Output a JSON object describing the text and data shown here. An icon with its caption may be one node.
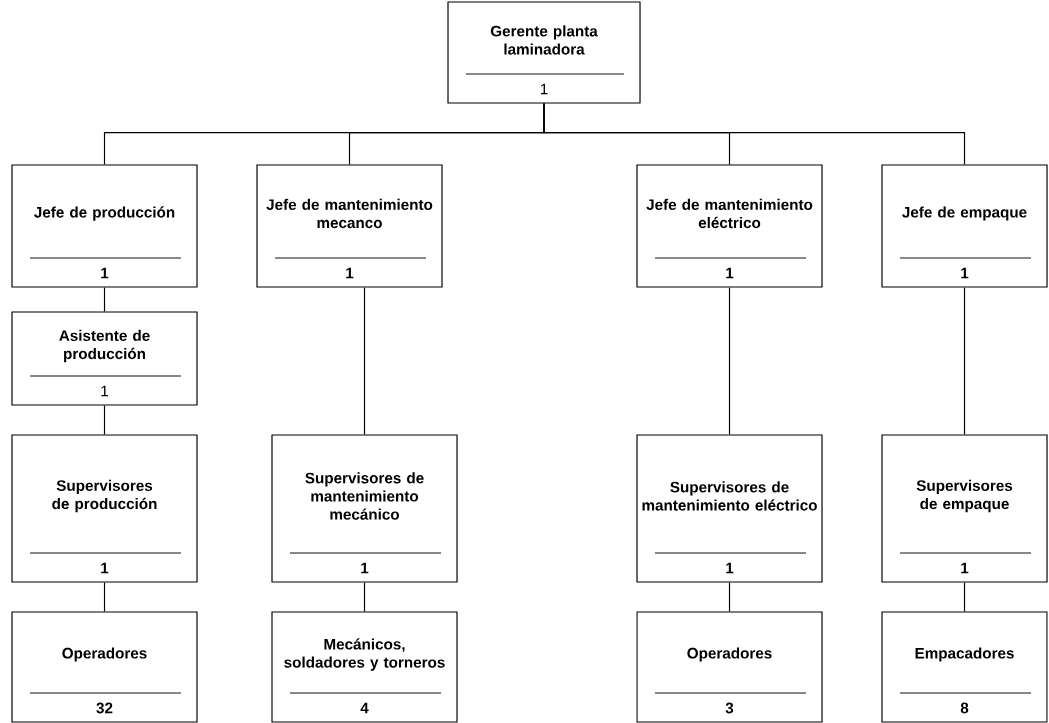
{
  "diagram": {
    "nodes": [
      {
        "text": [
          "Gerente planta laminadora",
          "1"
        ]
      },
      {
        "text": [
          "Jefe de producción",
          "1"
        ]
      },
      {
        "text": [
          "Jefe de mantenimiento mecanco",
          "1"
        ]
      },
      {
        "text": [
          "Jefe de mantenimiento eléctrico",
          "1"
        ]
      },
      {
        "text": [
          "Jefe de empaque",
          "1"
        ]
      },
      {
        "text": [
          "Asistente de producción",
          "1"
        ]
      },
      {
        "text": [
          "Supervisores de producción",
          "1"
        ]
      },
      {
        "text": [
          "Supervisores de mantenimiento mecánico",
          "1"
        ]
      },
      {
        "text": [
          "Supervisores de mantenimiento eléctrico",
          "1"
        ]
      },
      {
        "text": [
          "Supervisores de empaque",
          "1"
        ]
      },
      {
        "text": [
          "Operadores",
          "32"
        ]
      },
      {
        "text": [
          "Mecánicos, soldadores y torneros",
          "4"
        ]
      },
      {
        "text": [
          "Operadores",
          "3"
        ]
      },
      {
        "text": [
          "Empacadores",
          "8"
        ]
      }
    ],
    "edges": [
      {
        "from": 0,
        "to": 1,
        "arrow": "none"
      },
      {
        "from": 0,
        "to": 2,
        "arrow": "none"
      },
      {
        "from": 0,
        "to": 3,
        "arrow": "none"
      },
      {
        "from": 0,
        "to": 4,
        "arrow": "none"
      },
      {
        "from": 1,
        "to": 5,
        "arrow": "none"
      },
      {
        "from": 5,
        "to": 6,
        "arrow": "none"
      },
      {
        "from": 6,
        "to": 10,
        "arrow": "none"
      },
      {
        "from": 2,
        "to": 7,
        "arrow": "none"
      },
      {
        "from": 7,
        "to": 11,
        "arrow": "none"
      },
      {
        "from": 3,
        "to": 8,
        "arrow": "none"
      },
      {
        "from": 8,
        "to": 12,
        "arrow": "none"
      },
      {
        "from": 4,
        "to": 9,
        "arrow": "none"
      },
      {
        "from": 9,
        "to": 13,
        "arrow": "none"
      }
    ]
  }
}
